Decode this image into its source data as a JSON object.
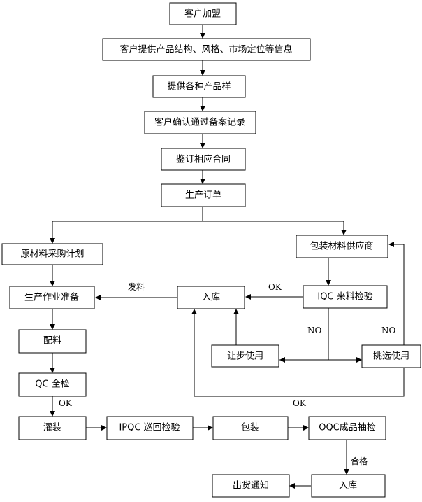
{
  "nodes": {
    "join": "客户加盟",
    "info": "客户提供产品结构、风格、市场定位等信息",
    "samples": "提供各种产品样",
    "confirm": "客户确认通过备案记录",
    "contract": "鉴订相应合同",
    "order": "生产订单",
    "raw_plan": "原材料采购计划",
    "pack_supplier": "包装材料供应商",
    "prod_prep": "生产作业准备",
    "warehouse_in": "入库",
    "iqc": "IQC 来料检验",
    "mix": "配料",
    "concession": "让步使用",
    "pick": "挑选使用",
    "qc_full": "QC 全检",
    "fill": "灌装",
    "ipqc": "IPQC 巡回检验",
    "packing": "包装",
    "oqc": "OQC成品抽检",
    "ship_notice": "出货通知",
    "final_store": "入库"
  },
  "edge_labels": {
    "issue": "发料",
    "iqc_ok": "OK",
    "iqc_no": "NO",
    "pick_no": "NO",
    "pick_ok": "OK",
    "qc_ok": "OK",
    "pass": "合格"
  }
}
